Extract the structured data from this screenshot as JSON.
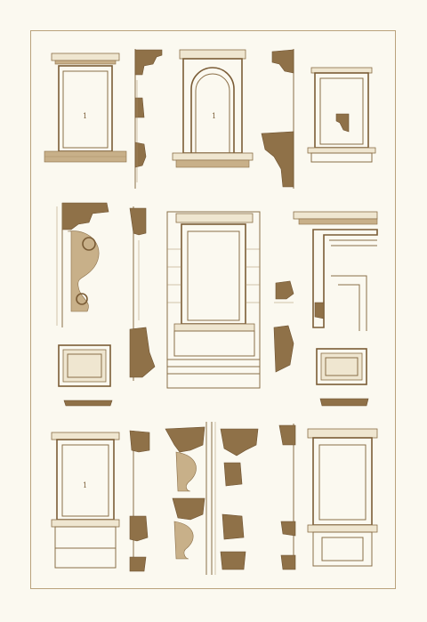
{
  "plate": {
    "panel_labels": {
      "window_a": "1",
      "window_b": "1",
      "window_c": "1"
    }
  }
}
